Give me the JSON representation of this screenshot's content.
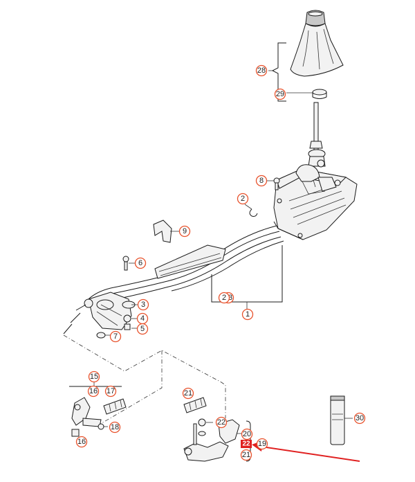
{
  "callouts": [
    {
      "id": "c1",
      "label": "1"
    },
    {
      "id": "c2",
      "label": "2"
    },
    {
      "id": "c3",
      "label": "3"
    },
    {
      "id": "c4",
      "label": "4"
    },
    {
      "id": "c5",
      "label": "5"
    },
    {
      "id": "c6",
      "label": "6"
    },
    {
      "id": "c7",
      "label": "7"
    },
    {
      "id": "c8",
      "label": "8"
    },
    {
      "id": "c9",
      "label": "9"
    },
    {
      "id": "c13",
      "label": "13"
    },
    {
      "id": "c15",
      "label": "15"
    },
    {
      "id": "c16a",
      "label": "16"
    },
    {
      "id": "c16b",
      "label": "16"
    },
    {
      "id": "c17",
      "label": "17"
    },
    {
      "id": "c18",
      "label": "18"
    },
    {
      "id": "c19",
      "label": "19"
    },
    {
      "id": "c20",
      "label": "20"
    },
    {
      "id": "c21a",
      "label": "21"
    },
    {
      "id": "c21b",
      "label": "21"
    },
    {
      "id": "c22",
      "label": "22"
    },
    {
      "id": "c23",
      "label": "2"
    },
    {
      "id": "c28",
      "label": "28"
    },
    {
      "id": "c29",
      "label": "29"
    },
    {
      "id": "c30",
      "label": "30"
    }
  ],
  "highlight": {
    "label": "22",
    "color": "#e02020"
  },
  "pointer_arrow": {
    "color": "#e02020"
  }
}
